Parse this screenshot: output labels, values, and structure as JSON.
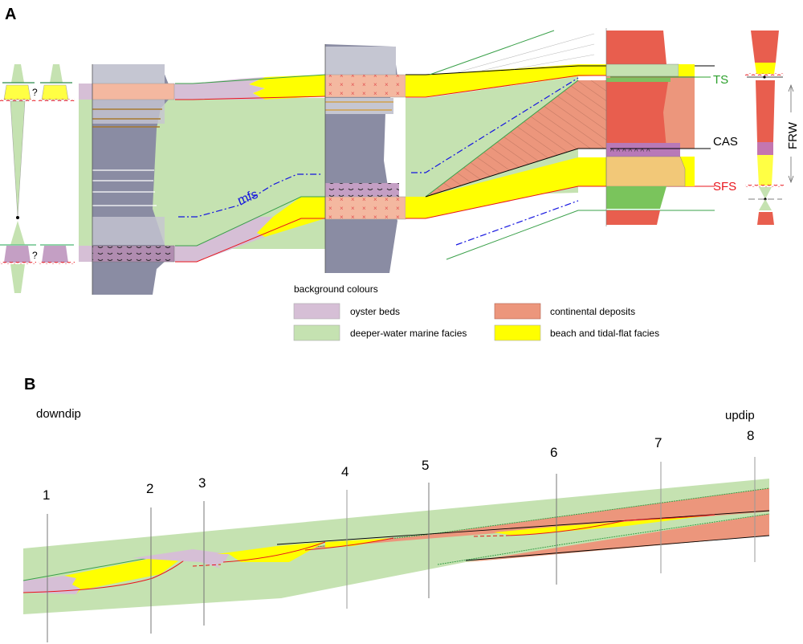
{
  "panel_a": {
    "label": "A",
    "surfaces": {
      "ts": {
        "label": "TS",
        "color": "#2ca02c"
      },
      "cas": {
        "label": "CAS",
        "color": "#000000"
      },
      "sfs": {
        "label": "SFS",
        "color": "#e8141c"
      },
      "mfs": {
        "label": "mfs",
        "color": "#1414e0"
      }
    },
    "frw_label": "FRW",
    "question_marks": [
      "?",
      "?"
    ]
  },
  "legend": {
    "title": "background colours",
    "items": [
      {
        "label": "oyster beds",
        "color": "#d6bfd6"
      },
      {
        "label": "continental deposits",
        "color": "#ec967c"
      },
      {
        "label": "deeper-water marine facies",
        "color": "#c5e2b1"
      },
      {
        "label": "beach and tidal-flat facies",
        "color": "#ffff00"
      }
    ]
  },
  "panel_b": {
    "label": "B",
    "downdip_label": "downdip",
    "updip_label": "updip",
    "wells": [
      "1",
      "2",
      "3",
      "4",
      "5",
      "6",
      "7",
      "8"
    ]
  },
  "colors": {
    "yellow": "#ffff00",
    "green_bg": "#c5e2b1",
    "oyster": "#d6bfd6",
    "continental": "#ec967c",
    "red_column": "#e85e4e",
    "grey_column": "#8a8ca3",
    "salmon_bed": "#f4b8a0"
  }
}
